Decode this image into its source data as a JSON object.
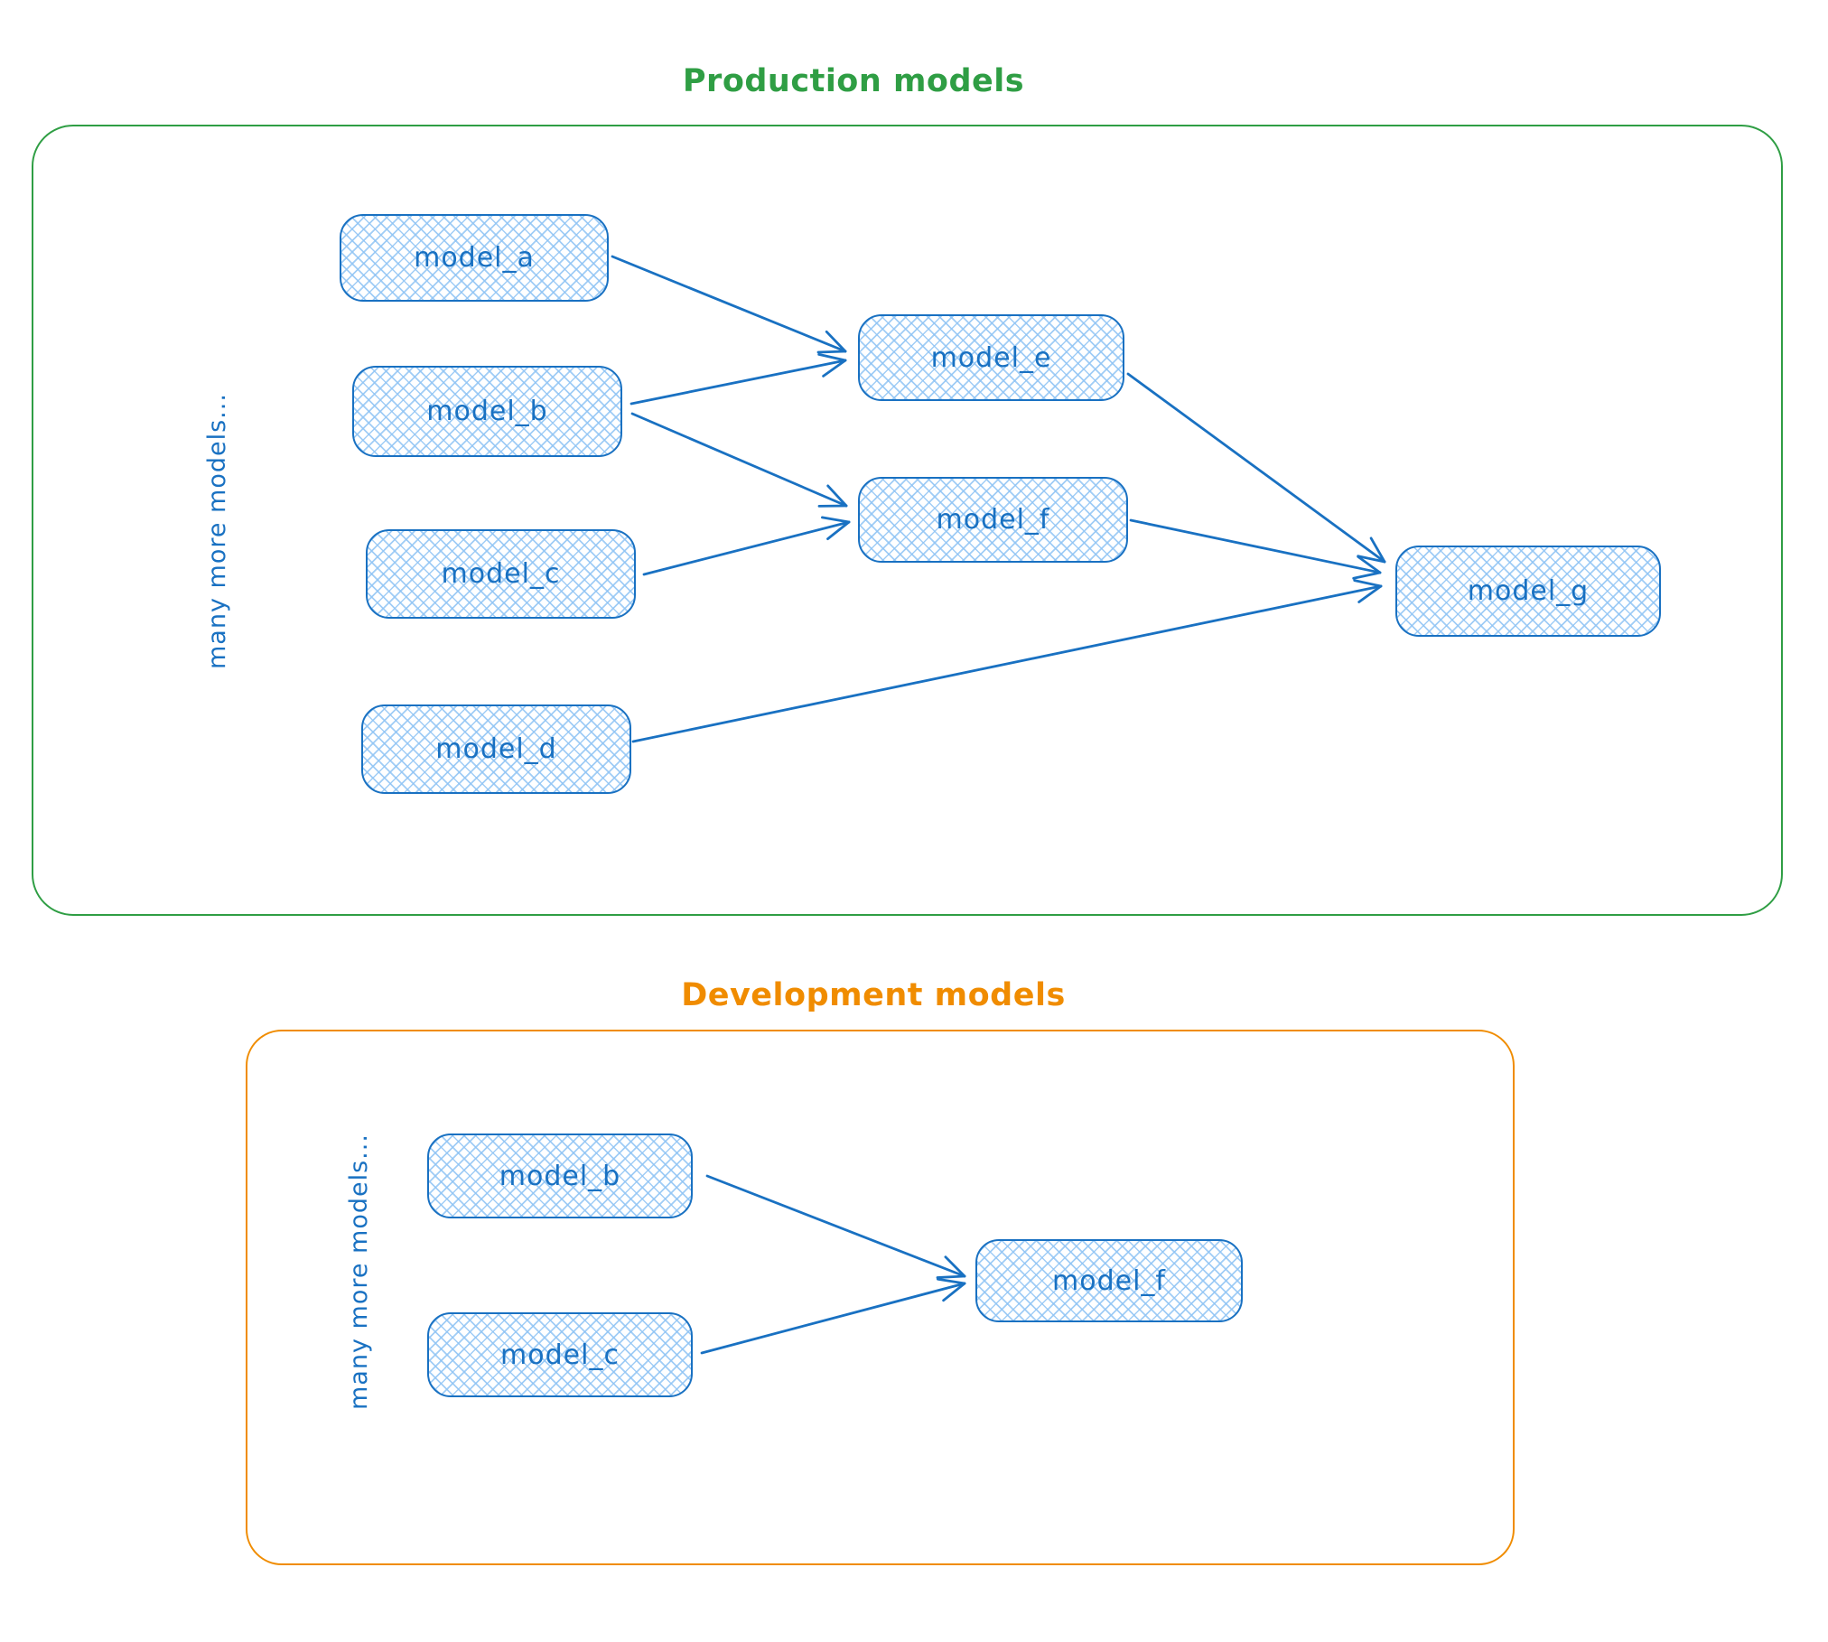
{
  "diagram": {
    "node_style": {
      "stroke_color": "#1971c2",
      "fill_hatch_color": "#a5d8ff",
      "text_color": "#1971c2"
    },
    "production": {
      "title": "Production models",
      "accent_color": "#2f9e44",
      "side_label": "many more models...",
      "nodes": {
        "a": "model_a",
        "b": "model_b",
        "c": "model_c",
        "d": "model_d",
        "e": "model_e",
        "f": "model_f",
        "g": "model_g"
      },
      "edges": [
        {
          "from": "model_a",
          "to": "model_e"
        },
        {
          "from": "model_b",
          "to": "model_e"
        },
        {
          "from": "model_b",
          "to": "model_f"
        },
        {
          "from": "model_c",
          "to": "model_f"
        },
        {
          "from": "model_e",
          "to": "model_g"
        },
        {
          "from": "model_f",
          "to": "model_g"
        },
        {
          "from": "model_d",
          "to": "model_g"
        }
      ]
    },
    "development": {
      "title": "Development models",
      "accent_color": "#f08c00",
      "side_label": "many more models...",
      "nodes": {
        "b": "model_b",
        "c": "model_c",
        "f": "model_f"
      },
      "edges": [
        {
          "from": "model_b",
          "to": "model_f"
        },
        {
          "from": "model_c",
          "to": "model_f"
        }
      ]
    }
  }
}
